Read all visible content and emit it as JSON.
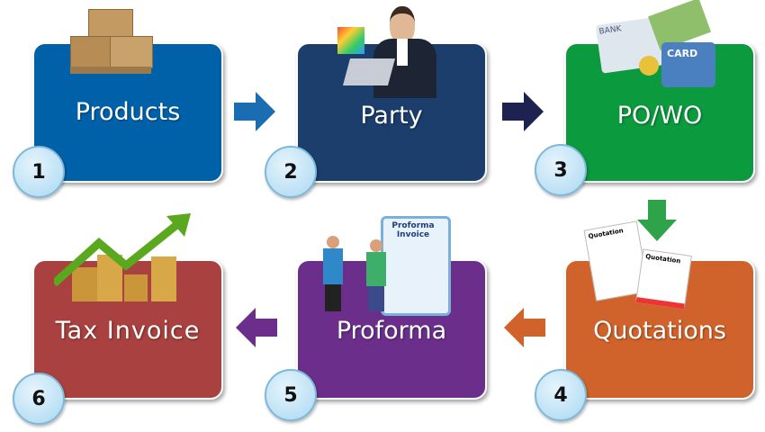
{
  "steps": [
    {
      "number": "1",
      "label": "Products",
      "color": "#0061a9"
    },
    {
      "number": "2",
      "label": "Party",
      "color": "#1b3e6d"
    },
    {
      "number": "3",
      "label": "PO/WO",
      "color": "#0b9a3d"
    },
    {
      "number": "4",
      "label": "Quotations",
      "color": "#d0632b"
    },
    {
      "number": "5",
      "label": "Proforma",
      "color": "#6b2f8b"
    },
    {
      "number": "6",
      "label": "Tax Invoice",
      "color": "#a8413f"
    }
  ],
  "images": {
    "bank_card_text": "BANK",
    "card_text": "CARD",
    "quotation_text": "Quotation",
    "proforma_doc_text": "Proforma Invoice"
  }
}
